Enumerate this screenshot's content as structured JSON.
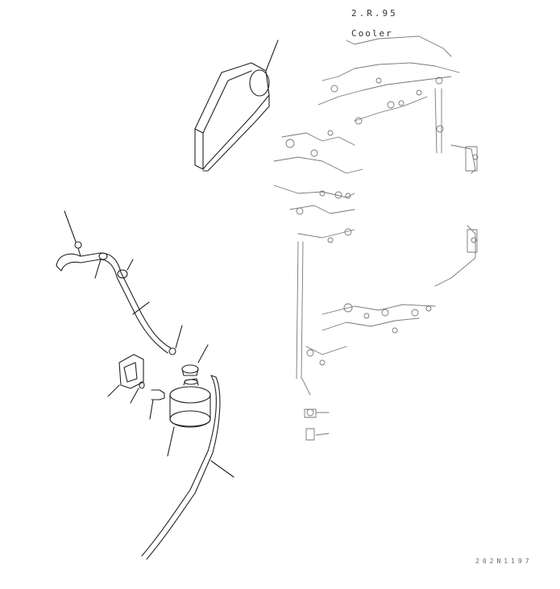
{
  "drawing": {
    "ref_label": "2.R.95",
    "component_label": "Cooler",
    "drawing_code": "202N1197"
  },
  "colors": {
    "line": "#222222",
    "faint_line": "#888888",
    "background": "#ffffff"
  }
}
